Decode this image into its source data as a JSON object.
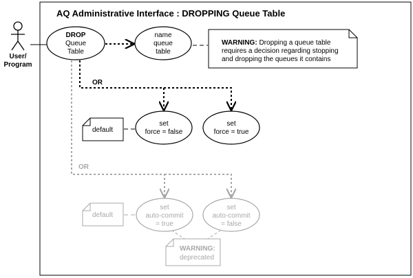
{
  "title": "AQ Administrative Interface : DROPPING Queue Table",
  "actor": {
    "line1": "User/",
    "line2": "Program"
  },
  "nodes": {
    "drop": [
      "DROP",
      "Queue",
      "Table"
    ],
    "name": [
      "name",
      "queue",
      "table"
    ],
    "force_false": [
      "set",
      "force = false"
    ],
    "force_true": [
      "set",
      "force = true"
    ],
    "auto_true": [
      "set",
      "auto-commit",
      "= true"
    ],
    "auto_false": [
      "set",
      "auto-commit",
      "= false"
    ]
  },
  "notes": {
    "warning_drop": {
      "label": "WARNING:",
      "line1_rest": " Dropping a queue table",
      "line2": "requires a decision regarding stopping",
      "line3": "and dropping the queues it contains"
    },
    "default_force": "default",
    "default_auto": "default",
    "warning_deprecated": {
      "label": "WARNING:",
      "text": "deprecated"
    }
  },
  "or_labels": {
    "force": "OR",
    "auto": "OR"
  },
  "colors": {
    "line": "#000000",
    "deprecated": "#a8a8a8",
    "background": "#ffffff"
  }
}
